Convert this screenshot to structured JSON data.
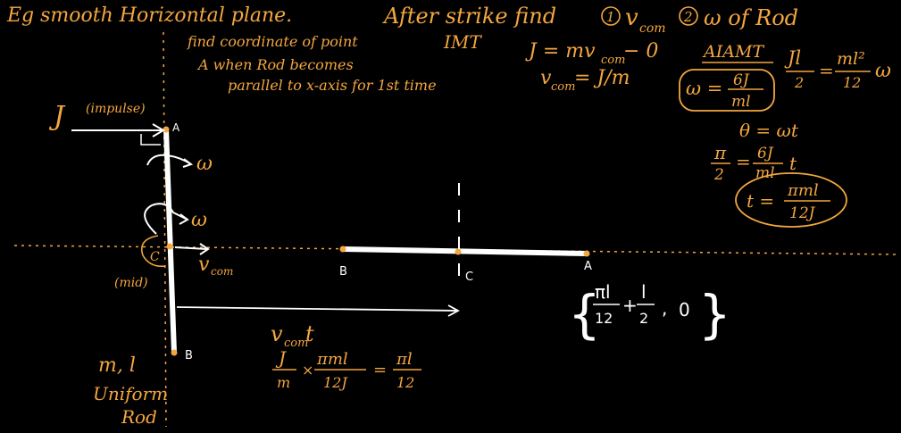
{
  "header": {
    "problem": "Eg smooth Horizontal plane.",
    "after_strike": "After strike find",
    "item1_num": "1",
    "item1_text": "v",
    "item1_sub": "com",
    "item2_num": "2",
    "item2_text": "ω of Rod",
    "find_line1": "find coordinate of point",
    "find_line2": "A when Rod becomes",
    "find_line3": "parallel to x-axis for 1st time"
  },
  "imt": {
    "title": "IMT",
    "eq1": "J = mv",
    "eq1_sub": "com",
    "eq1_tail": " − 0",
    "eq2": "v",
    "eq2_sub": "com",
    "eq2_tail": " = J/m"
  },
  "aiamt": {
    "title": "AIAMT",
    "lhs_num": "Jl",
    "lhs_den": "2",
    "eq_sign": "=",
    "rhs_num": "ml²",
    "rhs_den": "12",
    "rhs_tail": "ω",
    "boxed_lhs": "ω =",
    "boxed_num": "6J",
    "boxed_den": "ml"
  },
  "time_calc": {
    "theta": "θ = ωt",
    "pi": "π",
    "two": "2",
    "eq": "=",
    "num": "6J",
    "den": "ml",
    "t": "t",
    "boxed_lhs": "t =",
    "boxed_num": "πml",
    "boxed_den": "12J"
  },
  "diagram": {
    "impulse": "J",
    "impulse_note": "(impulse)",
    "A_top": "A",
    "omega_upper": "ω",
    "omega_mid": "ω",
    "C_left": "C",
    "mid_note": "(mid)",
    "vcom": "v",
    "vcom_sub": "com",
    "B_bottom": "B",
    "B_right": "B",
    "C_right": "C",
    "A_right": "A",
    "rod_mass": "m, l",
    "uniform": "Uniform",
    "rod": "Rod"
  },
  "displacement": {
    "v": "v",
    "v_sub": "com",
    "t": " t",
    "f1_num": "J",
    "f1_den": "m",
    "times": "×",
    "f2_num": "πml",
    "f2_den": "12J",
    "eq": "=",
    "f3_num": "πl",
    "f3_den": "12"
  },
  "coord": {
    "open": "{",
    "n1": "πl",
    "d1": "12",
    "plus": "+",
    "n2": "l",
    "d2": "2",
    "comma": ",",
    "zero": "0",
    "close": "}"
  },
  "colors": {
    "ink": "#f4a63f",
    "chalk": "#ffffff",
    "board": "#000000"
  }
}
